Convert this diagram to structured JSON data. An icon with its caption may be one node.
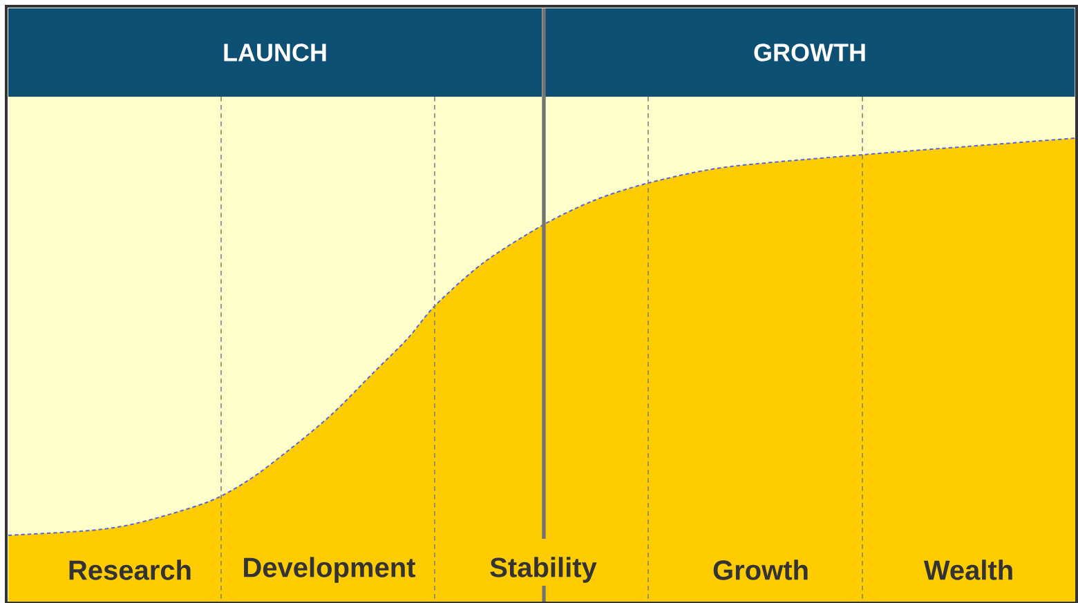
{
  "diagram": {
    "nodes": [
      {
        "text": [
          "LAUNCH"
        ]
      },
      {
        "text": [
          "GROWTH"
        ]
      }
    ],
    "labels": [
      "Research",
      "Development",
      "Stability",
      "Growth",
      "Wealth"
    ]
  }
}
